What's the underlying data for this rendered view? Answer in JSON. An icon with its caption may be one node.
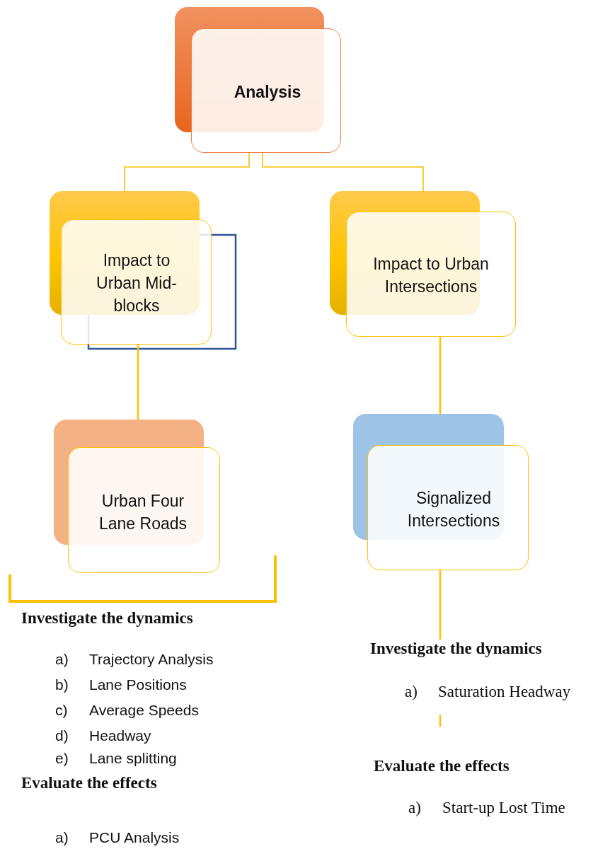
{
  "diagram": {
    "nodes": [
      {
        "text": [
          "Analysis"
        ]
      },
      {
        "text": [
          "Impact to Urban Mid-blocks"
        ]
      },
      {
        "text": [
          "Impact to Urban Intersections"
        ]
      },
      {
        "text": [
          "Urban Four Lane Roads"
        ]
      },
      {
        "text": [
          "Signalized Intersections"
        ]
      },
      {
        "text": [
          "Investigate the dynamics"
        ]
      }
    ],
    "edges": [
      {
        "from": 0,
        "to": 1,
        "arrow": "none"
      },
      {
        "from": 0,
        "to": 2,
        "arrow": "none"
      },
      {
        "from": 1,
        "to": 3,
        "arrow": "none"
      },
      {
        "from": 2,
        "to": 4,
        "arrow": "none"
      },
      {
        "from": 4,
        "to": 5,
        "arrow": "none"
      }
    ],
    "labels": [
      "Investigate the dynamics",
      "a)",
      "Trajectory Analysis",
      "b)",
      "Lane Positions",
      "c)",
      "Average Speeds",
      "d)",
      "Headway",
      "e)",
      "Lane splitting",
      "Evaluate the effects",
      "a)",
      "PCU Analysis",
      "a)",
      "Saturation Headway",
      "Evaluate the effects",
      "a)",
      "Start-up Lost Time"
    ]
  }
}
